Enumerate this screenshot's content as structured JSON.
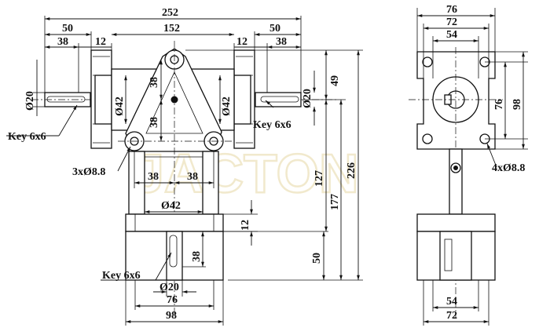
{
  "dims": {
    "top_overall": "252",
    "top_left_50": "50",
    "top_left_38": "38",
    "top_left_12": "12",
    "top_152": "152",
    "top_right_12": "12",
    "top_right_50": "50",
    "top_right_38": "38",
    "left_shaft_dia": "Ø20",
    "left_flange_dia": "Ø42",
    "right_flange_dia": "Ø42",
    "right_shaft_dia": "Ø20",
    "vert_38_upper": "38",
    "vert_38_lower": "38",
    "holes_3": "3xØ8.8",
    "horiz_38_left": "38",
    "horiz_38_right": "38",
    "bottom_flange_dia": "Ø42",
    "dim_12_lower": "12",
    "dim_49": "49",
    "dim_127": "127",
    "dim_177": "177",
    "dim_226": "226",
    "dim_50_lower": "50",
    "dim_38_shaft": "38",
    "bottom_shaft_dia": "Ø20",
    "bottom_76": "76",
    "bottom_98": "98",
    "side_76_top": "76",
    "side_72_top": "72",
    "side_54_top": "54",
    "side_76_right": "76",
    "side_98_right": "98",
    "holes_4": "4xØ8.8",
    "side_54_bottom": "54",
    "side_72_bottom": "72"
  },
  "labels": {
    "key_left": "Key 6x6",
    "key_right": "Key 6x6",
    "key_bottom": "Key 6x6"
  },
  "watermark": {
    "text": "JACTON"
  }
}
